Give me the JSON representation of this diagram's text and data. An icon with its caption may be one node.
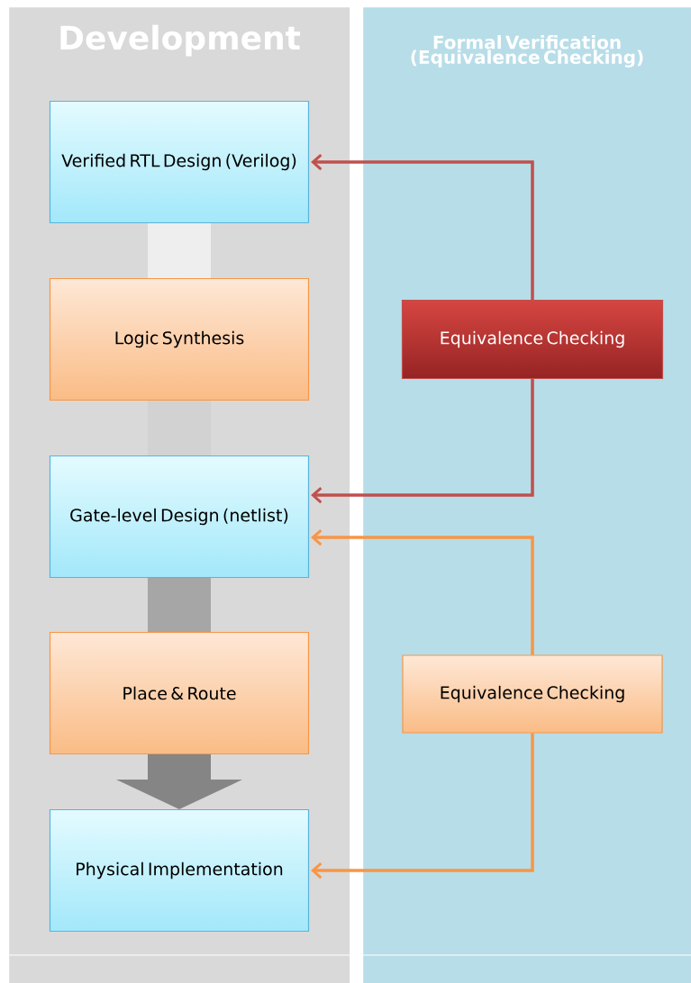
{
  "diagram": {
    "nodes": [
      {
        "text": [
          "Development"
        ]
      },
      {
        "text": [
          "Formal Verification (Equivalence Checking)"
        ]
      },
      {
        "text": [
          "Verified RTL Design (Verilog)"
        ],
        "in": 0
      },
      {
        "text": [
          "Logic Synthesis"
        ],
        "in": 0
      },
      {
        "text": [
          "Gate-level Design (netlist)"
        ],
        "in": 0
      },
      {
        "text": [
          "Place & Route"
        ],
        "in": 0
      },
      {
        "text": [
          "Physical Implementation"
        ],
        "in": 0
      },
      {
        "text": [
          "Equivalence Checking"
        ],
        "in": 1
      },
      {
        "text": [
          "Equivalence Checking"
        ],
        "in": 1
      }
    ],
    "edges": [
      {
        "from": 2,
        "to": 3,
        "arrow": "none",
        "style": "thick",
        "color": "#eeeeee"
      },
      {
        "from": 3,
        "to": 4,
        "arrow": "none",
        "style": "thick",
        "color": "#d2d2d2"
      },
      {
        "from": 4,
        "to": 5,
        "arrow": "none",
        "style": "thick",
        "color": "#a6a6a6"
      },
      {
        "from": 5,
        "to": 6,
        "arrow": "to",
        "style": "thick",
        "color": "#858585"
      },
      {
        "from": 7,
        "to": 2,
        "arrow": "to",
        "color": "#c0504d"
      },
      {
        "from": 7,
        "to": 4,
        "arrow": "to",
        "color": "#c0504d"
      },
      {
        "from": 8,
        "to": 4,
        "arrow": "to",
        "color": "#f79646"
      },
      {
        "from": 8,
        "to": 6,
        "arrow": "to",
        "color": "#f79646"
      }
    ]
  }
}
